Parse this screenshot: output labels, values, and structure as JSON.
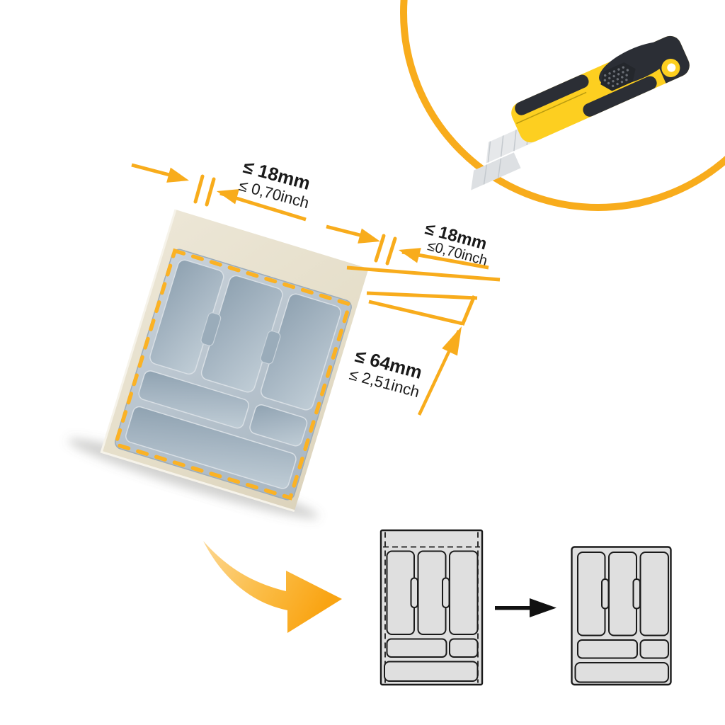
{
  "scene": {
    "description": "Cutlery tray trimming infographic",
    "background": "#ffffff"
  },
  "colors": {
    "accent_yellow": "#F8AC1C",
    "dash_yellow": "#FBB224",
    "sheet_beige": "#E7E0CD",
    "tray_gray": "#B9C5CF",
    "compartment_gray": "#9FB0BE",
    "diagram_fill": "#DFDFDF",
    "diagram_stroke": "#1A1A1A",
    "knife_yellow": "#FDCF20",
    "knife_dark": "#2B2E35",
    "blade_gray": "#E6E8EA"
  },
  "annotations": [
    {
      "name": "side-trim",
      "mm": "≤ 18mm",
      "inch": "≤ 0,70inch"
    },
    {
      "name": "top-trim",
      "mm": "≤ 18mm",
      "inch": "≤0,70inch"
    },
    {
      "name": "depth-trim",
      "mm": "≤ 64mm",
      "inch": "≤ 2,51inch"
    }
  ],
  "icons": {
    "utility_knife": "utility-knife-icon",
    "yellow_ring": "yellow-ring-decoration",
    "swoosh_arrow": "swoosh-arrow-icon",
    "transform_arrow": "right-arrow-icon",
    "cut_lines": "dashed-cut-lines",
    "tray_before": "tray-before-diagram",
    "tray_after": "tray-after-diagram"
  }
}
